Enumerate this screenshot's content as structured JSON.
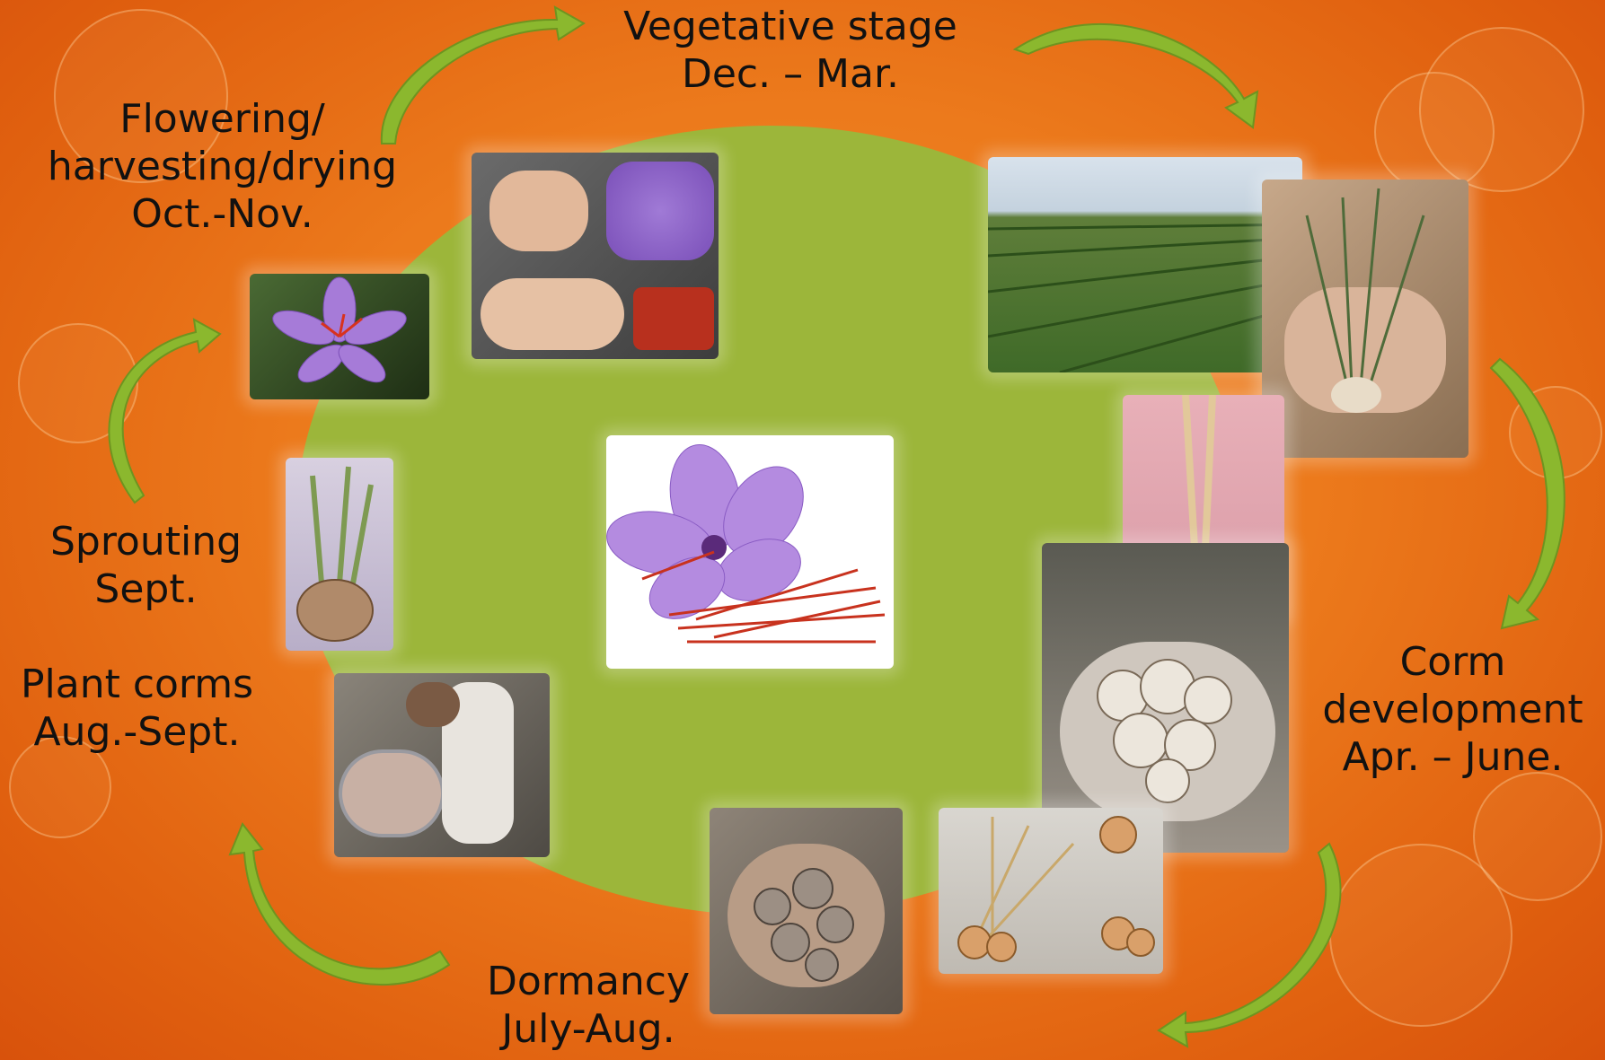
{
  "stages": {
    "vegetative": {
      "title": "Vegetative stage",
      "period": "Dec. – Mar."
    },
    "flowering": {
      "title_line1": "Flowering/",
      "title_line2": "harvesting/drying",
      "period": "Oct.-Nov."
    },
    "sprouting": {
      "title": "Sprouting",
      "period": "Sept."
    },
    "plant_corms": {
      "title": "Plant corms",
      "period": "Aug.-Sept."
    },
    "dormancy": {
      "title": "Dormancy",
      "period": "July-Aug."
    },
    "corm_development": {
      "title_line1": "Corm",
      "title_line2": "development",
      "period": "Apr. – June."
    }
  },
  "colors": {
    "background": "#ec7a1c",
    "ellipse": "#9cb63a",
    "arrow": "#8bb82e"
  },
  "photos": [
    "saffron-flower-with-stigmas",
    "hands-picking-stigmas",
    "field-rows",
    "hand-holding-corms-with-leaves",
    "single-corm-with-roots",
    "pile-of-corms-in-hands",
    "dormant-corms-in-hand",
    "corms-on-ground",
    "purple-crocus-flower",
    "sprouting-corm",
    "planting-corms"
  ]
}
